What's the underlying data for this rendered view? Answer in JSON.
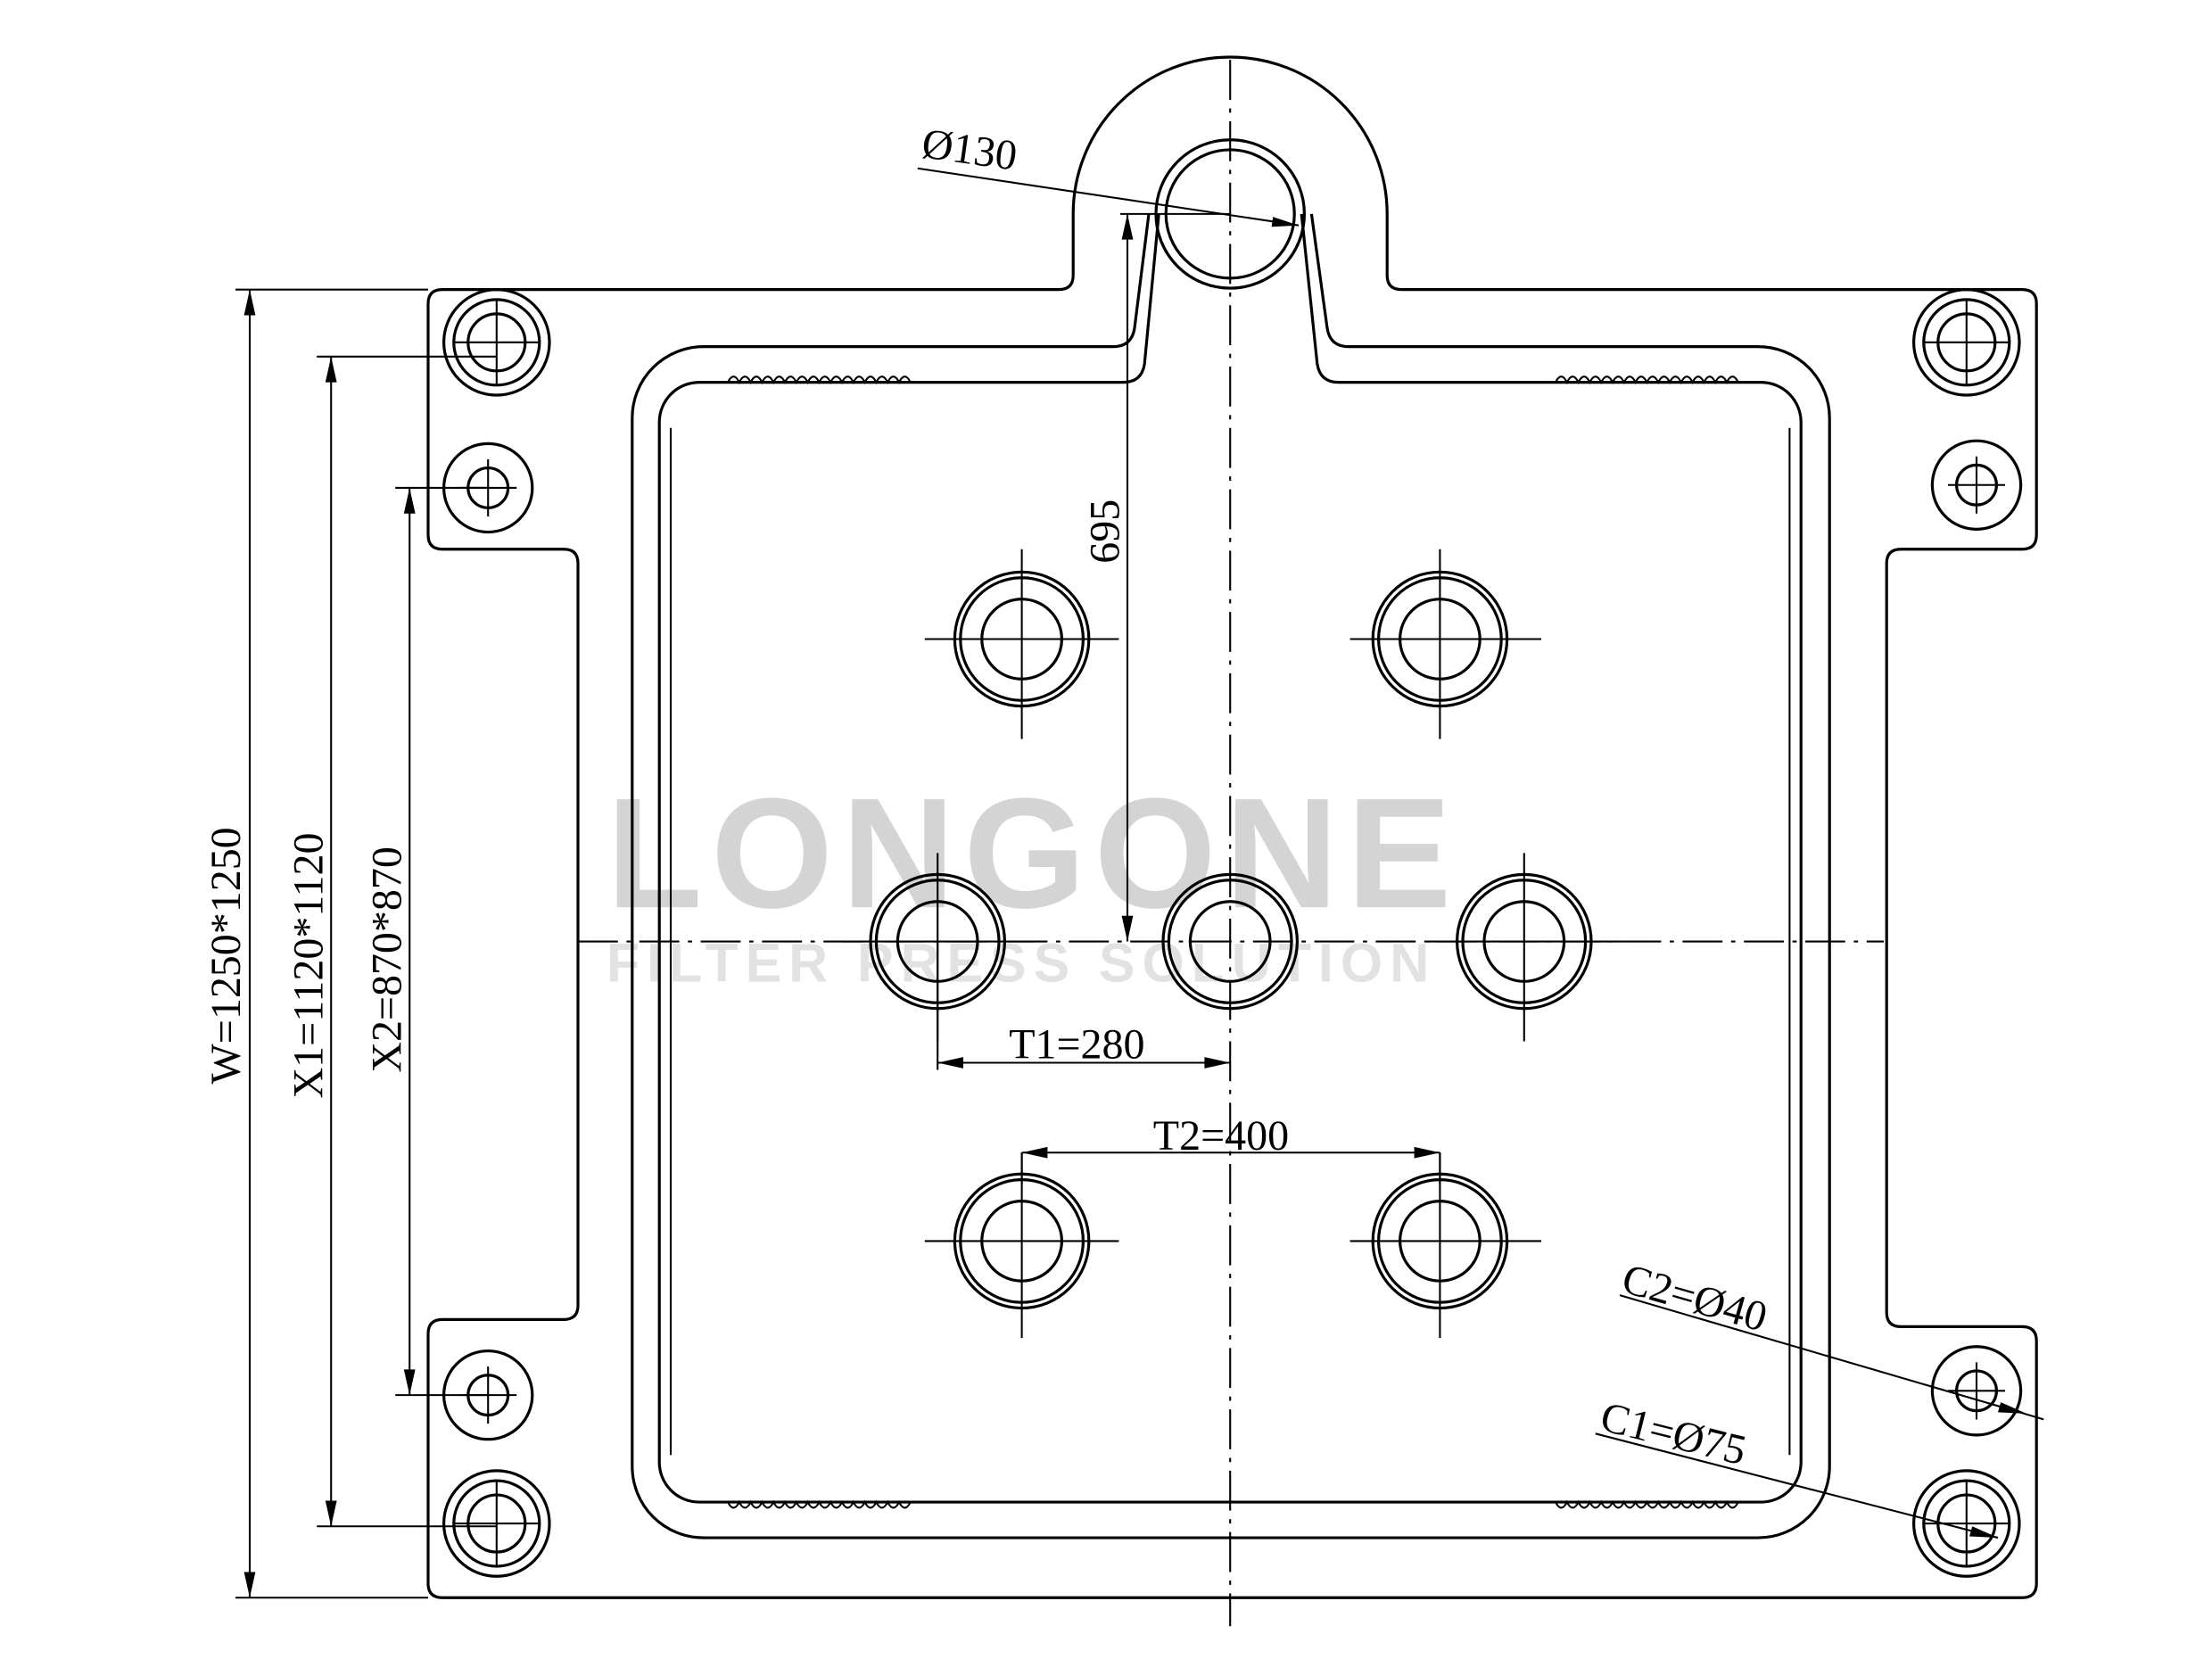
{
  "watermark": {
    "brand": "LONGONE",
    "tagline": "FILTER PRESS SOLUTION"
  },
  "dimensions": {
    "plate_size": "W=1250*1250",
    "x1": "X1=1120*1120",
    "x2": "X2=870*870",
    "feed_height": "695",
    "t1": "T1=280",
    "t2": "T2=400",
    "handle_hole": "Ø130",
    "c2": "C2=Ø40",
    "c1": "C1=Ø75"
  }
}
